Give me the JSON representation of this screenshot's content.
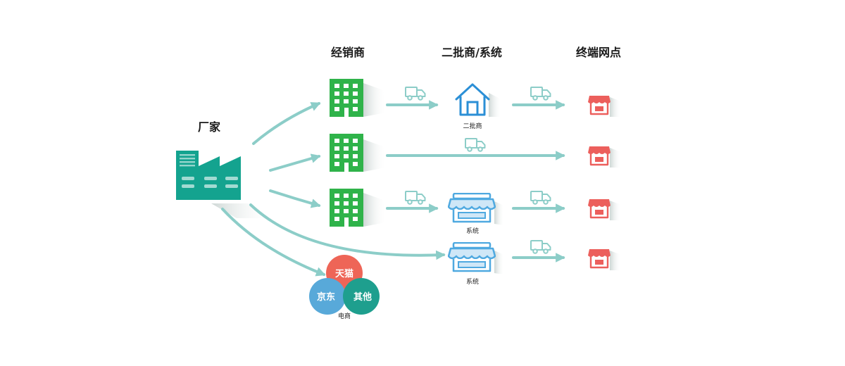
{
  "headers": {
    "manufacturer": "厂家",
    "distributor": "经销商",
    "wholesaler_system": "二批商/系统",
    "terminal": "终端网点"
  },
  "labels": {
    "wholesaler": "二批商",
    "system_1": "系统",
    "system_2": "系统",
    "ecommerce": "电商"
  },
  "ecommerce": {
    "tmall": "天猫",
    "jd": "京东",
    "other": "其他"
  },
  "colors": {
    "arrow": "#8ccdc8",
    "factory": "#14a38f",
    "building": "#2fb34a",
    "house": "#2b8fd6",
    "system_store": "#4fa9e0",
    "terminal_store": "#ec5f5c",
    "truck": "#8ccdc8",
    "tmall": "#ee6557",
    "jd": "#58a9d9",
    "other": "#1e9f8e"
  },
  "icons": {
    "factory": "factory-icon",
    "distributor": "office-building-icon",
    "wholesaler": "house-icon",
    "system": "storefront-icon",
    "terminal": "shop-icon",
    "delivery": "truck-icon"
  }
}
